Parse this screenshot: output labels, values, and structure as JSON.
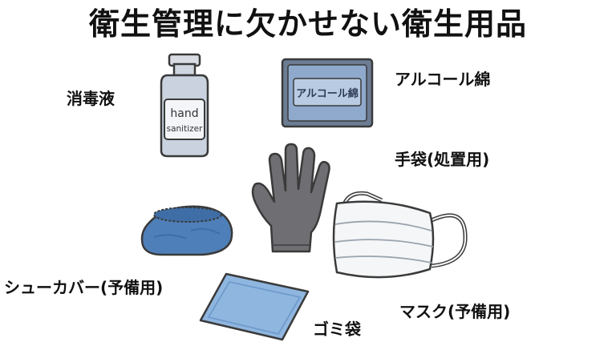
{
  "title": "衛生管理に欠かせない衛生用品",
  "items": {
    "sanitizer": {
      "label": "消毒液",
      "bottle_text_line1": "hand",
      "bottle_text_line2": "sanitizer",
      "icon": "hand-sanitizer-bottle-icon"
    },
    "alcohol_swab": {
      "label": "アルコール綿",
      "package_text": "アルコール綿",
      "icon": "alcohol-swab-package-icon"
    },
    "gloves": {
      "label": "手袋(処置用)",
      "icon": "glove-icon"
    },
    "shoe_cover": {
      "label": "シューカバー(予備用)",
      "icon": "shoe-cover-icon"
    },
    "trash_bag": {
      "label": "ゴミ袋",
      "icon": "trash-bag-icon"
    },
    "mask": {
      "label": "マスク(予備用)",
      "icon": "face-mask-icon"
    }
  },
  "colors": {
    "outline": "#3a3a3a",
    "bottle_body": "#c9d2de",
    "bottle_label": "#f3f5f8",
    "swab_package": "#8ea9cc",
    "glove": "#6f6f73",
    "shoe_cover": "#4f7fb8",
    "trash_bag": "#8fb6df",
    "mask": "#f4f6f8"
  }
}
